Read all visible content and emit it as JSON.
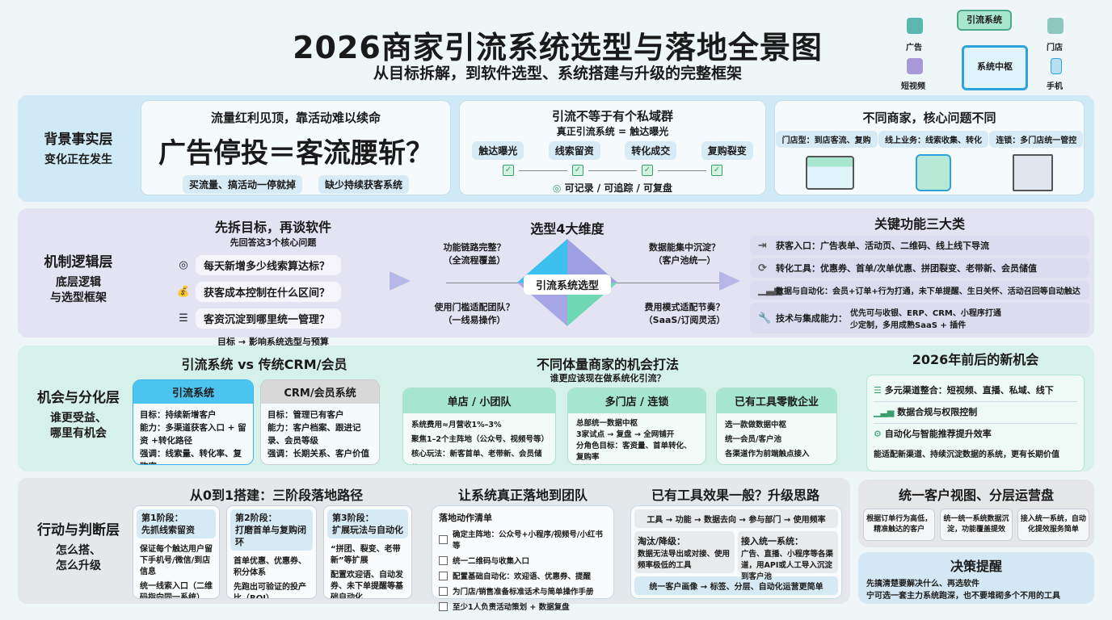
{
  "header": {
    "title": "2026商家引流系统选型与落地全景图",
    "subtitle": "从目标拆解，到软件选型、系统搭建与升级的完整框架"
  },
  "hub": {
    "center": "系统中枢",
    "top": "引流系统",
    "nodes": [
      "广告",
      "短视频",
      "门店",
      "手机"
    ]
  },
  "layer1": {
    "label": "背景事实层",
    "sub": "变化正在发生",
    "card1": {
      "title": "流量红利见顶，靠活动难以续命",
      "big": "广告停投＝客流腰斩？",
      "pills": [
        "买流量、搞活动一停就掉",
        "缺少持续获客系统"
      ]
    },
    "card2": {
      "title": "引流不等于有个私域群",
      "sub": "真正引流系统 = 触达曝光",
      "steps": [
        "触达曝光",
        "线索留资",
        "转化成交",
        "复购裂变"
      ],
      "foot": "可记录 / 可追踪 / 可复盘"
    },
    "card3": {
      "title": "不同商家，核心问题不同",
      "pills": [
        "门店型：到店客流、复购",
        "线上业务：线索收集、转化",
        "连锁：多门店统一管控"
      ]
    }
  },
  "layer2": {
    "label": "机制逻辑层",
    "sub1": "底层逻辑",
    "sub2": "与选型框架",
    "goals": {
      "title": "先拆目标，再谈软件",
      "sub": "先回答这3个核心问题",
      "items": [
        "每天新增多少线索算达标？",
        "获客成本控制在什么区间？",
        "客资沉淀到哪里统一管理？"
      ],
      "foot": "目标 → 影响系统选型与预算"
    },
    "dims": {
      "title": "选型4大维度",
      "center": "引流系统选型",
      "tl": [
        "功能链路完整？",
        "（全流程覆盖）"
      ],
      "tr": [
        "数据能集中沉淀？",
        "（客户池统一）"
      ],
      "bl": [
        "使用门槛适配团队？",
        "（一线易操作）"
      ],
      "br": [
        "费用模式适配节奏？",
        "（SaaS/订阅灵活）"
      ]
    },
    "features": {
      "title": "关键功能三大类",
      "items": [
        {
          "label": "获客入口：广告表单、活动页、二维码、线上线下导流"
        },
        {
          "label": "转化工具：优惠券、首单/次单优惠、拼团裂变、老带新、会员储值"
        },
        {
          "label": "数据与自动化：会员+订单+行为打通，未下单提醒、生日关怀、活动召回等自动触达"
        },
        {
          "label": "技术与集成能力：",
          "l1": "优先可与收银、ERP、CRM、小程序打通",
          "l2": "少定制，多用成熟SaaS + 插件"
        }
      ]
    }
  },
  "layer3": {
    "label": "机会与分化层",
    "sub1": "谁更受益、",
    "sub2": "哪里有机会",
    "compare": {
      "title": "引流系统 vs 传统CRM/会员",
      "a": {
        "head": "引流系统",
        "rows": [
          "目标：持续新增客户",
          "能力：多渠道获客入口 + 留资 +转化路径",
          "强调：线索量、转化率、复购率"
        ]
      },
      "b": {
        "head": "CRM/会员系统",
        "rows": [
          "目标：管理已有客户",
          "能力：客户档案、跟进记录、会员等级",
          "强调：长期关系、客户价值"
        ]
      }
    },
    "tiers": {
      "title": "不同体量商家的机会打法",
      "sub": "谁更应该现在做系统化引流？",
      "items": [
        {
          "head": "单店 / 小团队",
          "rows": [
            "系统费用≈月营收1%–3%",
            "聚焦1–2个主阵地（公众号、视频号等）",
            "核心玩法：新客首单、老带新、会员储值"
          ]
        },
        {
          "head": "多门店 / 连锁",
          "rows": [
            "总部统一数据中枢",
            "3家试点 → 复盘 → 全网铺开",
            "分角色目标：客资量、首单转化、复购率"
          ]
        },
        {
          "head": "已有工具零散企业",
          "rows": [
            "选一款做数据中枢",
            "统一会员/客户池",
            "各渠道作为前端触点接入"
          ]
        }
      ]
    },
    "newopp": {
      "title": "2026年前后的新机会",
      "items": [
        "多元渠道整合：短视频、直播、私域、线下",
        "数据合规与权限控制",
        "自动化与智能推荐提升效率"
      ],
      "foot": "能适配新渠道、持续沉淀数据的系统，更有长期价值"
    }
  },
  "layer4": {
    "label": "行动与判断层",
    "sub1": "怎么搭、",
    "sub2": "怎么升级",
    "stages": {
      "title": "从0到1搭建：三阶段落地路径",
      "items": [
        {
          "head1": "第1阶段：",
          "head2": "先抓线索留资",
          "rows": [
            "保证每个触达用户留下手机号/微信/到店信息",
            "统一线索入口（二维码指向同一系统）"
          ]
        },
        {
          "head1": "第2阶段：",
          "head2": "打磨首单与复购闭环",
          "rows": [
            "首单优惠、优惠券、积分体系",
            "先跑出可验证的投产比（ROI）"
          ]
        },
        {
          "head1": "第3阶段：",
          "head2": "扩展玩法与自动化",
          "rows": [
            "“拼团、裂变、老带新”等扩展",
            "配置欢迎语、自动发券、未下单提醒等基础自动化"
          ]
        }
      ]
    },
    "landing": {
      "title": "让系统真正落地到团队",
      "sub": "落地动作清单",
      "items": [
        "确定主阵地：公众号+小程序/视频号/小红书等",
        "统一二维码与收集入口",
        "配置基础自动化：欢迎语、优惠券、提醒",
        "为门店/销售准备标准话术与简单操作手册",
        "至少1人负责活动策划 + 数据复盘"
      ]
    },
    "upgrade": {
      "title": "已有工具效果一般？升级思路",
      "flow": "工具 → 功能 → 数据去向 → 参与部门 → 使用频率",
      "left": {
        "h": "淘汰/降级：",
        "b": "数据无法导出或对接、使用频率极低的工具"
      },
      "right": {
        "h": "接入统一系统：",
        "b": "广告、直播、小程序等各渠道，用API或人工导入沉淀到客户池"
      },
      "foot": "统一客户画像 → 标签、分层、自动化运营更简单"
    },
    "unified": {
      "title": "统一客户视图、分层运营盘",
      "boxes": [
        "根据订单行为高低，精准触达的客户",
        "统一统一系统数据沉淀，功能覆盖提效",
        "接入统一系统，自动化提效服务简单"
      ]
    },
    "decision": {
      "title": "决策提醒",
      "l1": "先搞清楚要解决什么、再选软件",
      "l2": "宁可选一套主力系统跑深，也不要堆砌多个不用的工具"
    }
  }
}
